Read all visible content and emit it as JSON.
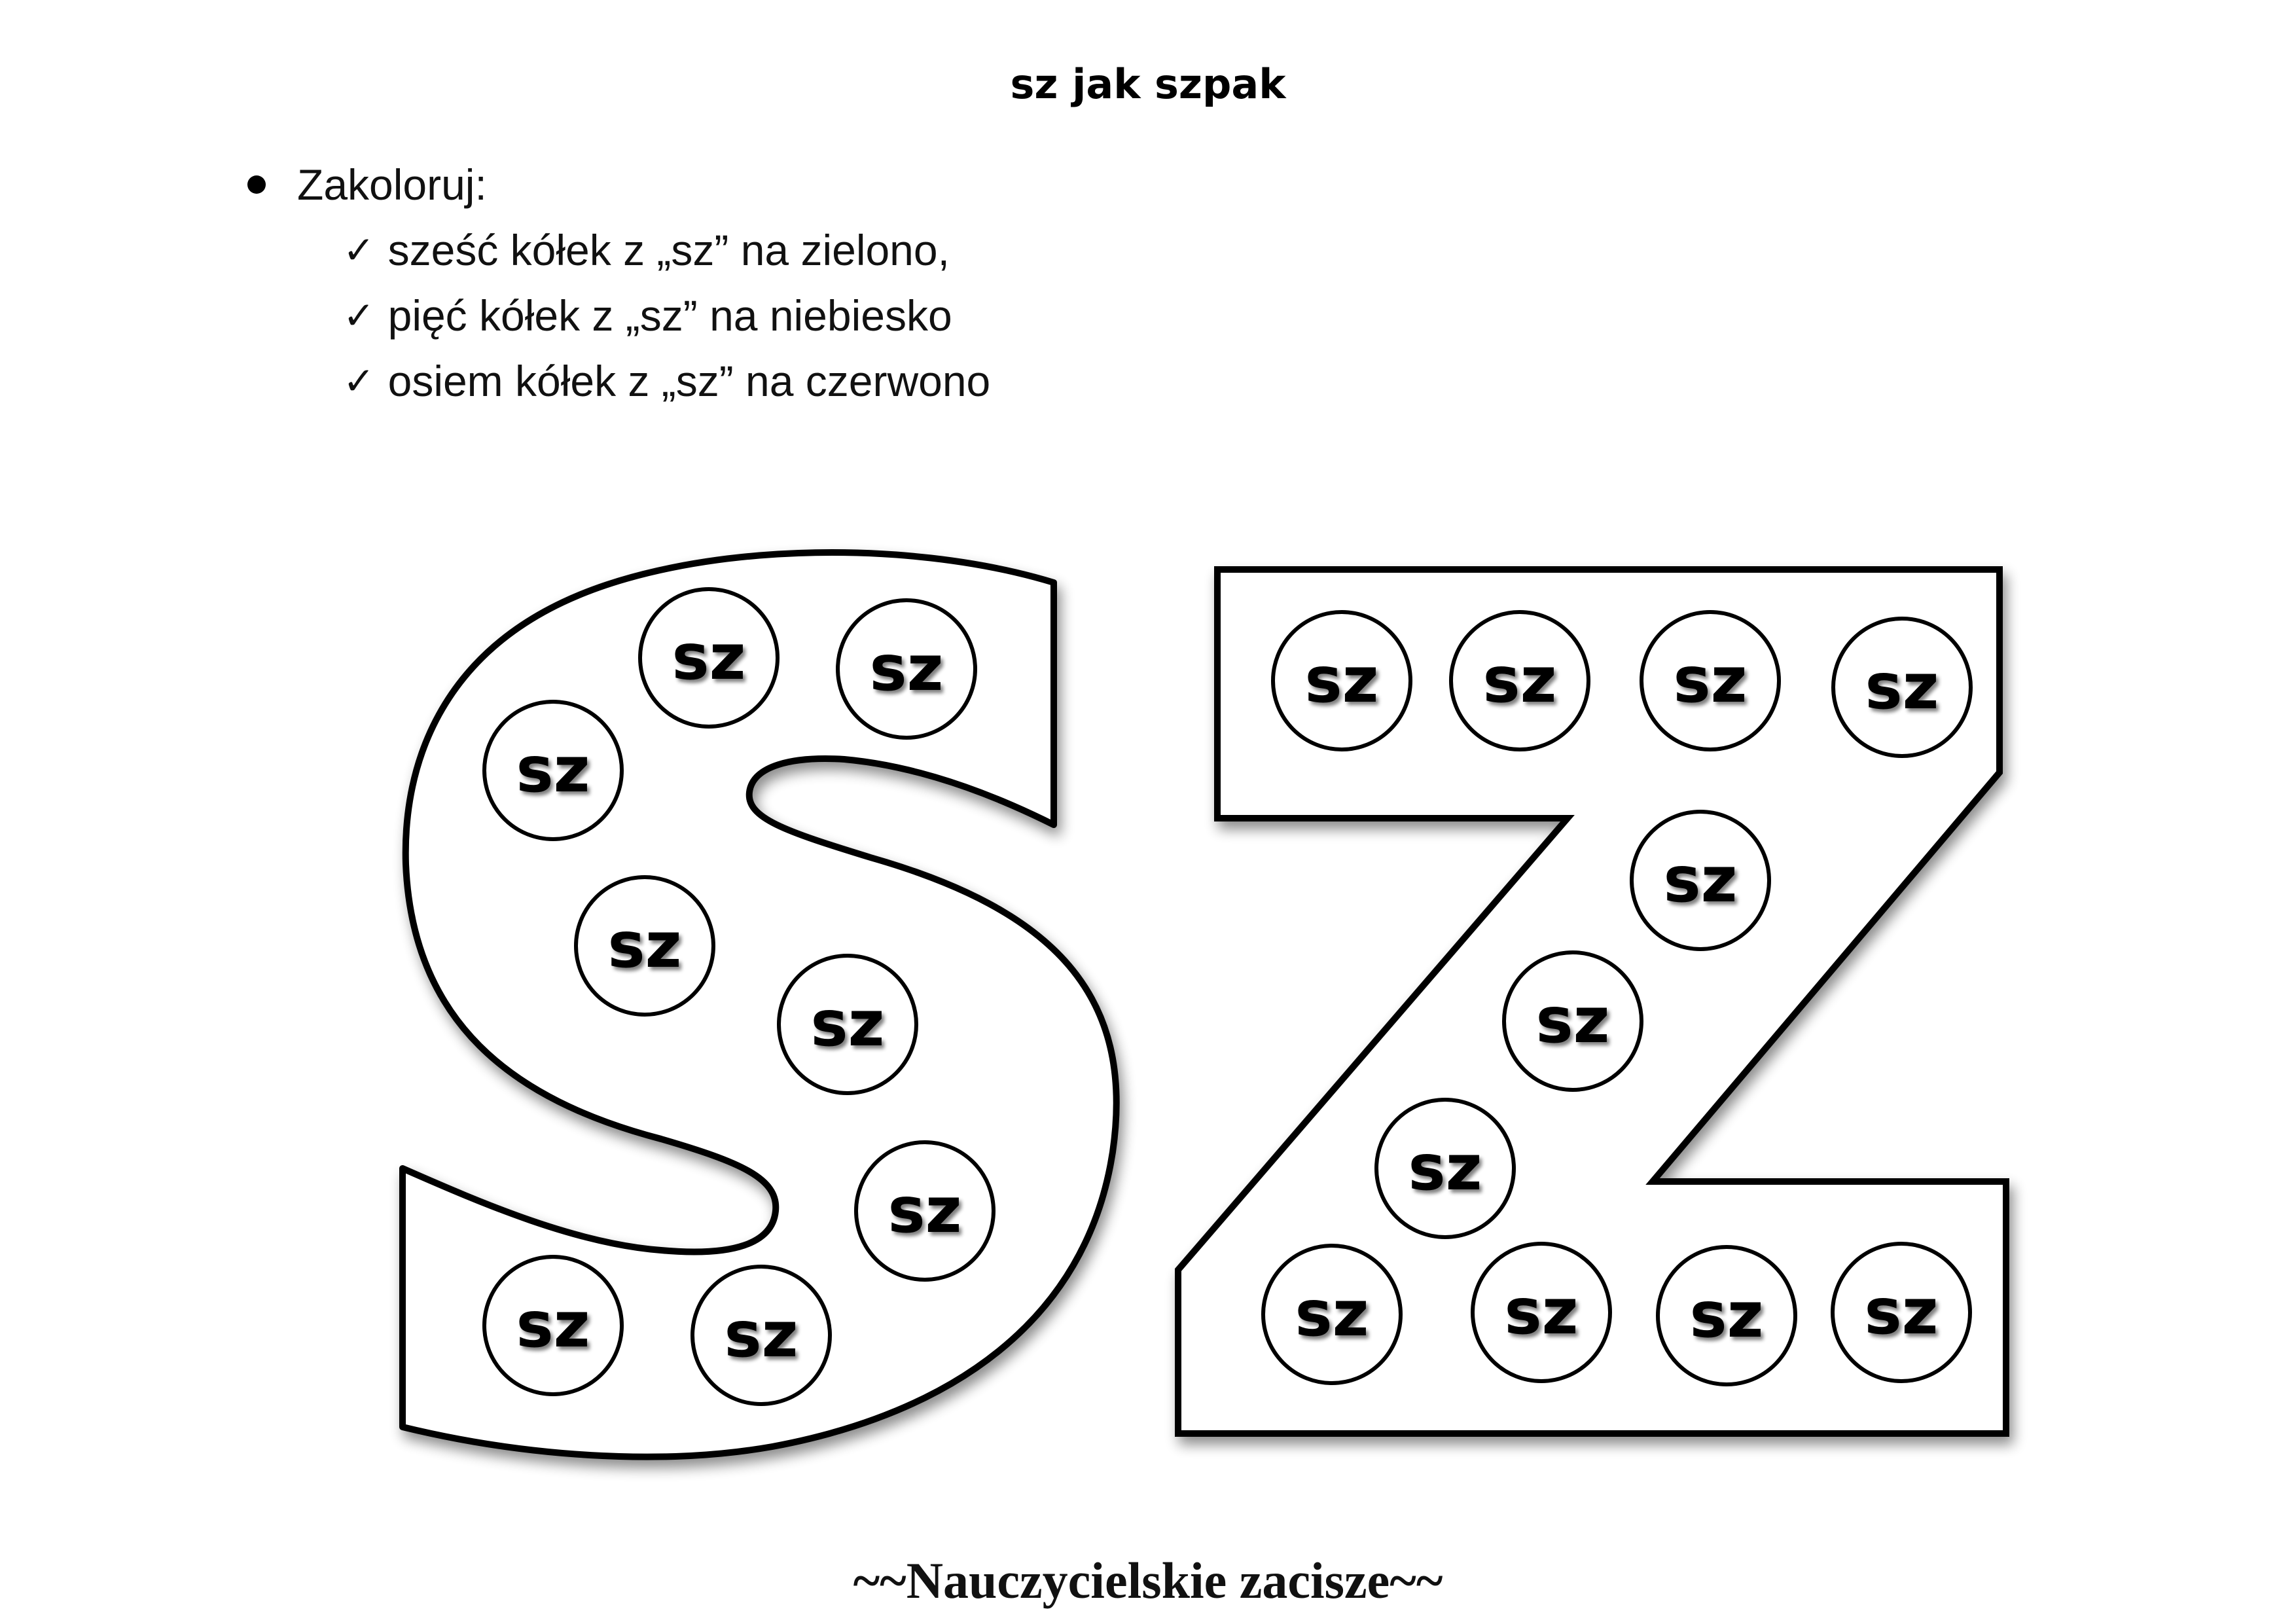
{
  "worksheet": {
    "title": "sz jak szpak",
    "instruction_heading": "Zakoloruj:",
    "tasks": [
      "sześć kółek z „sz” na zielono,",
      "pięć kółek z „sz” na niebiesko",
      "osiem kółek z „sz” na czerwono"
    ],
    "circle_label": "sz",
    "letters": [
      "s",
      "z"
    ],
    "footer": "~~Nauczycielskie zacisze~~"
  },
  "icons": {
    "bullet": "bullet-dot-icon",
    "check": "check-mark-icon"
  }
}
